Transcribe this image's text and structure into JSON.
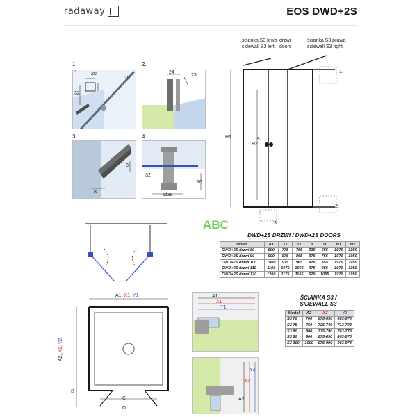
{
  "header": {
    "brand": "radaway",
    "title": "EOS DWD+2S"
  },
  "panels": {
    "p1": {
      "num": "1.",
      "d20": "20",
      "d10": "10",
      "d32": "32"
    },
    "p2": {
      "num": "2.",
      "d24": "24",
      "d23": "23"
    },
    "p3": {
      "num": "3.",
      "d8": "8",
      "d8b": "8"
    },
    "p4": {
      "num": "4.",
      "d32": "32",
      "d38": "Ø38",
      "d20": "20"
    }
  },
  "front_view": {
    "label_left_pl": "ścianka S3 lewa",
    "label_left_en": "sidewall S3 left",
    "label_doors_pl": "drzwi",
    "label_doors_en": "doors",
    "label_right_pl": "ścianka S3 prawa",
    "label_right_en": "sidewall S3 right",
    "h1": "H1",
    "h2": "H2",
    "d4": "4.",
    "d2": "2.",
    "d1": "1.",
    "d3": "3."
  },
  "plan_view": {
    "dim_top": [
      "A1, ",
      "X1",
      ", Y1"
    ],
    "dim_side": [
      "A2, ",
      "X2",
      ", Y2"
    ],
    "b": "B",
    "c": "C",
    "d": "D"
  },
  "section": {
    "a1": "A1",
    "x1": "X1",
    "y1": "Y1",
    "a2": "A2",
    "x2": "X2",
    "y2": "Y2"
  },
  "watermark": "ABC",
  "doors_table": {
    "title": "DWD+2S DRZWI / DWD+2S DOORS",
    "headers": [
      "Model",
      "A1",
      "X1",
      "Y1",
      "B",
      "D",
      "H1",
      "H2"
    ],
    "rows": [
      [
        "DWD+2S drzwi 80",
        "800",
        "775",
        "765",
        "326",
        "655",
        "1970",
        "1950"
      ],
      [
        "DWD+2S drzwi 90",
        "900",
        "875",
        "865",
        "376",
        "755",
        "1970",
        "1950"
      ],
      [
        "DWD+2S drzwi 100",
        "1000",
        "975",
        "965",
        "426",
        "855",
        "1970",
        "1950"
      ],
      [
        "DWD+2S drzwi 110",
        "1100",
        "1075",
        "1065",
        "476",
        "955",
        "1970",
        "1950"
      ],
      [
        "DWD+2S drzwi 120",
        "1200",
        "1175",
        "1165",
        "526",
        "1055",
        "1970",
        "1950"
      ]
    ]
  },
  "sidewall_table": {
    "title_line1": "ŚCIANKA S3 /",
    "title_line2": "SIDEWALL S3",
    "headers": [
      "Model",
      "A2",
      "X2",
      "Y2"
    ],
    "rows": [
      [
        "S3 70",
        "700",
        "675-690",
        "663-678"
      ],
      [
        "S3 75",
        "750",
        "725-740",
        "713-728"
      ],
      [
        "S3 80",
        "800",
        "775-790",
        "763-778"
      ],
      [
        "S3 90",
        "900",
        "875-890",
        "863-878"
      ],
      [
        "S3 100",
        "1000",
        "975-990",
        "963-978"
      ]
    ]
  },
  "colors": {
    "accent_red": "#c71d1d",
    "accent_blue": "#3552b8",
    "wall_green": "#d4e8a8",
    "glass_blue": "#c3d6ec",
    "watermark_green": "#6fcf56"
  }
}
